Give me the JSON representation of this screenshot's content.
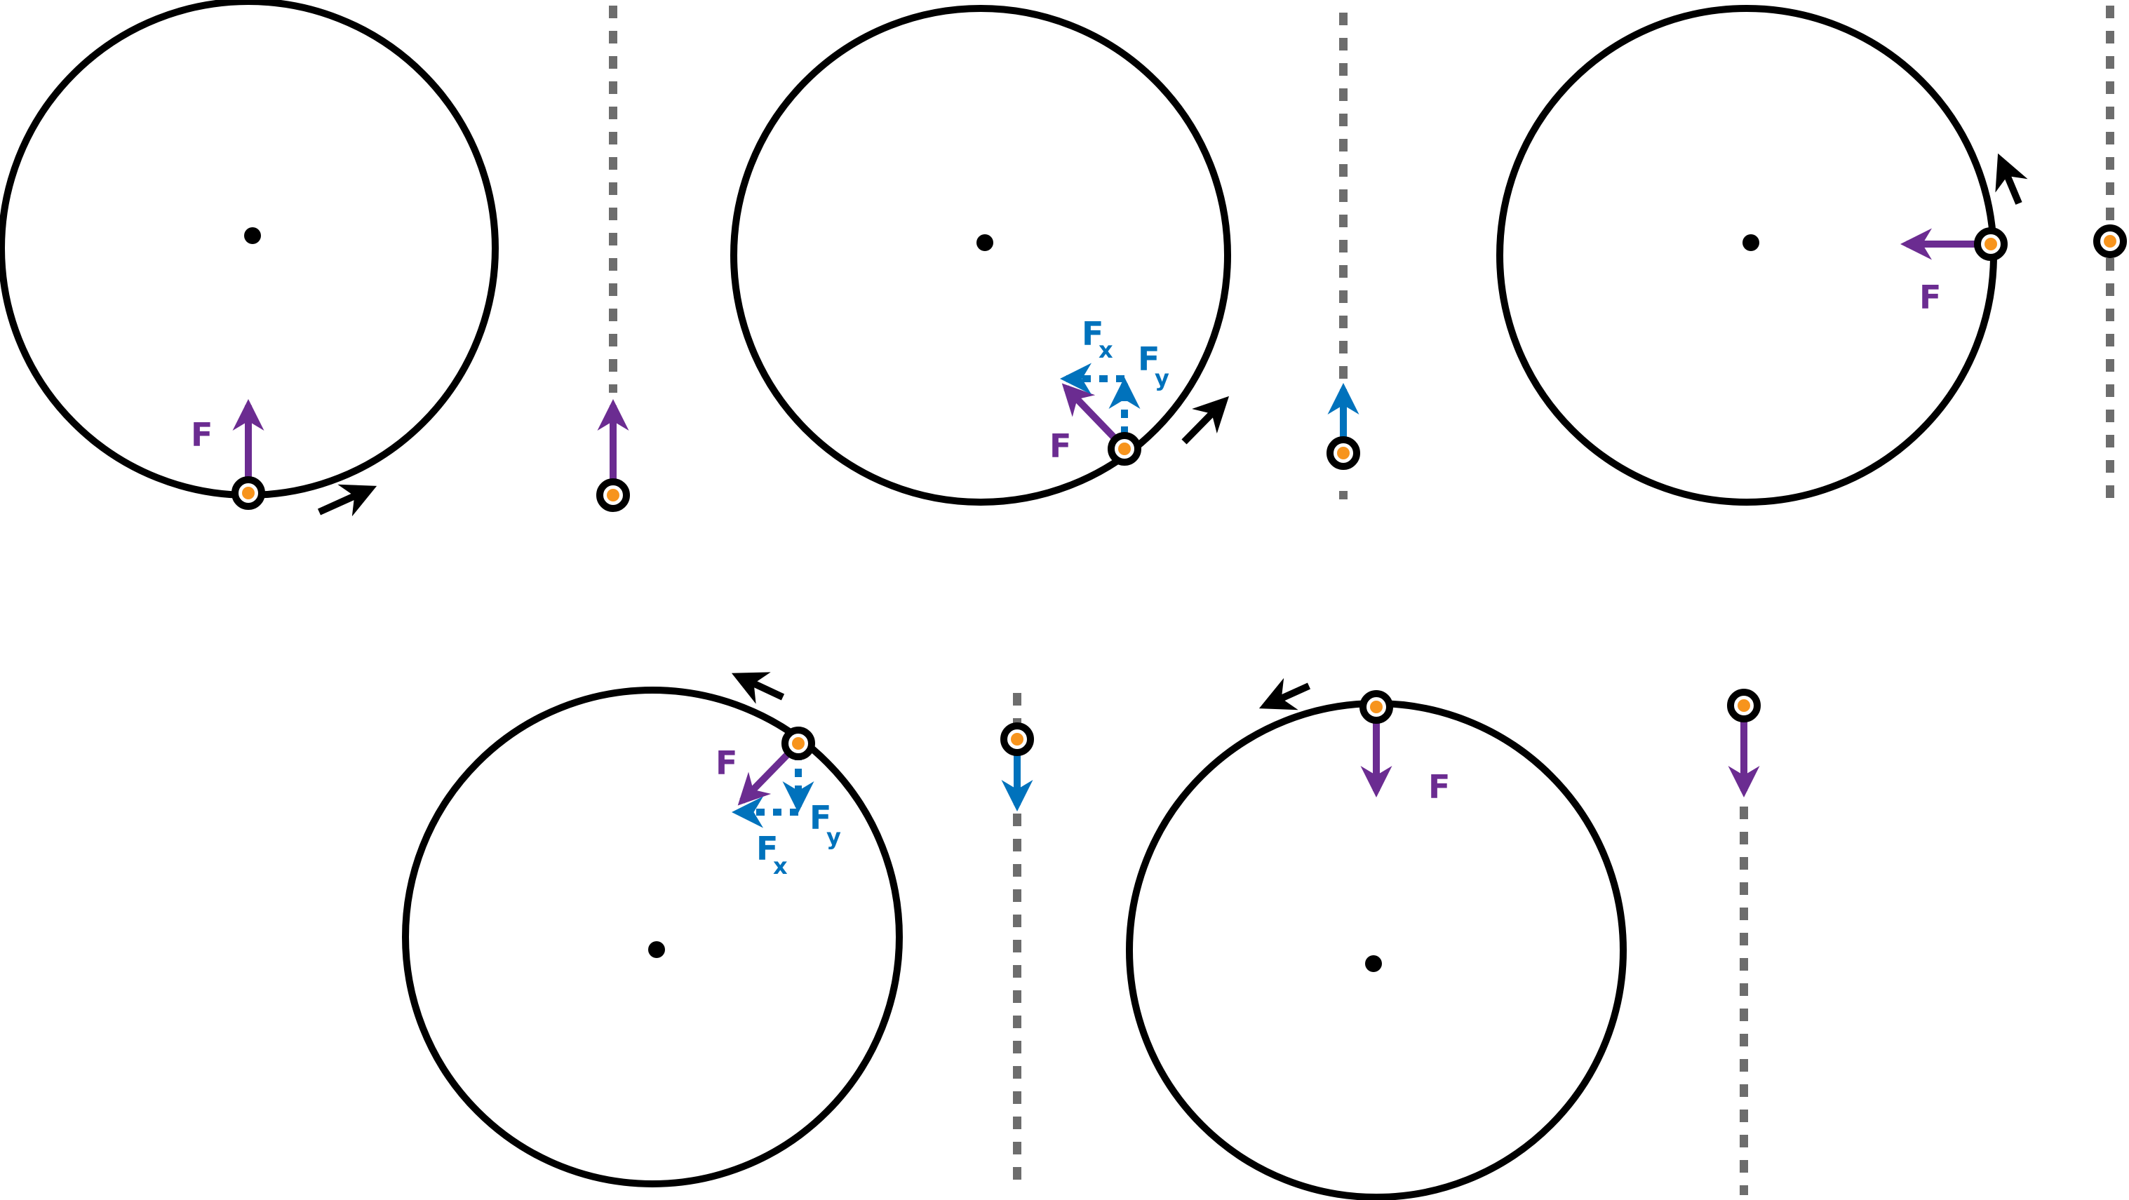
{
  "colors": {
    "circle": "#000000",
    "force": "#6b2c91",
    "component": "#0072bc",
    "particle": "#f7941d",
    "guide": "#6d6d6d"
  },
  "labels": {
    "force": "F",
    "fx_main": "F",
    "fx_sub": "x",
    "fy_main": "F",
    "fy_sub": "y"
  },
  "panels": [
    {
      "position": "bottom",
      "force_label": "F"
    },
    {
      "position": "lower-right",
      "force_label": "F",
      "components": [
        "Fx",
        "Fy"
      ]
    },
    {
      "position": "right",
      "force_label": "F"
    },
    {
      "position": "upper-right",
      "force_label": "F",
      "components": [
        "Fx",
        "Fy"
      ]
    },
    {
      "position": "top",
      "force_label": "F"
    }
  ]
}
